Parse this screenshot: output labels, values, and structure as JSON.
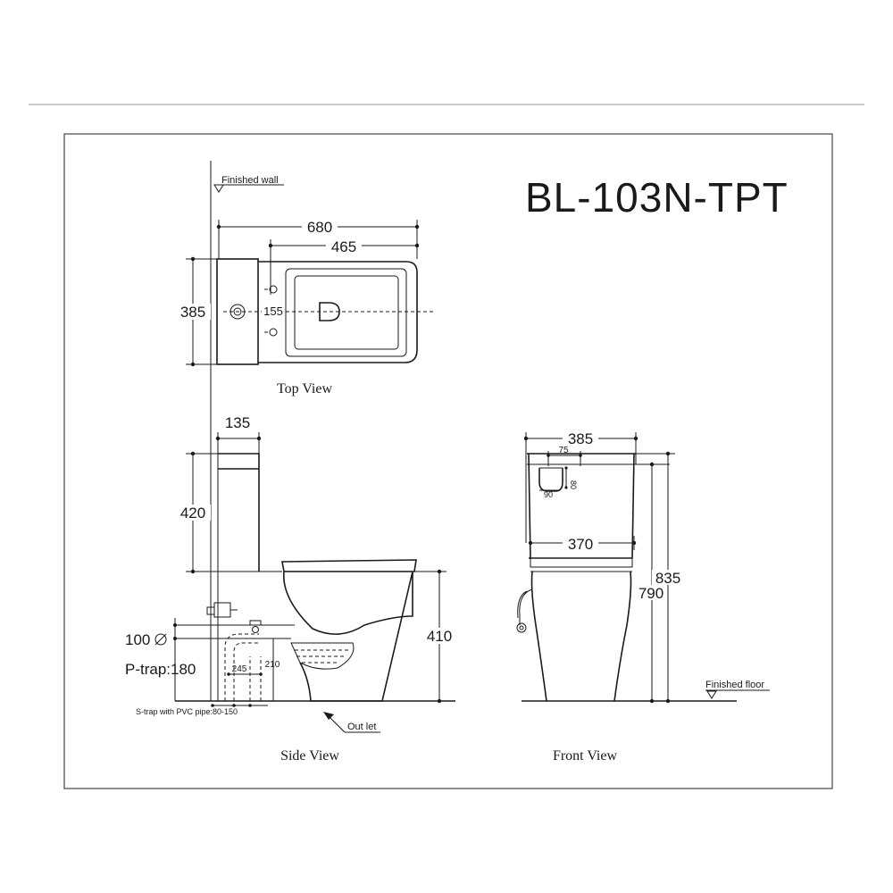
{
  "model_code": "BL-103N-TPT",
  "views": {
    "top": "Top View",
    "side": "Side View",
    "front": "Front View"
  },
  "labels": {
    "finished_wall": "Finished wall",
    "finished_floor": "Finished floor",
    "outlet": "Out let",
    "strap_note": "S-trap with PVC pipe:80-150",
    "p_trap": "P-trap:180",
    "p_trap_height": "100"
  },
  "dimensions": {
    "top_total_length": "680",
    "top_bowl_length": "465",
    "top_width": "385",
    "top_fixing_spacing": "155",
    "side_tank_depth": "135",
    "side_tank_height": "420",
    "side_bowl_height": "410",
    "side_strap_245": "245",
    "side_strap_210": "210",
    "front_width": "385",
    "front_button_75": "75",
    "front_button_80": "80",
    "front_button_90": "90",
    "front_tank_width": "370",
    "front_height_835": "835",
    "front_height_790": "790"
  }
}
